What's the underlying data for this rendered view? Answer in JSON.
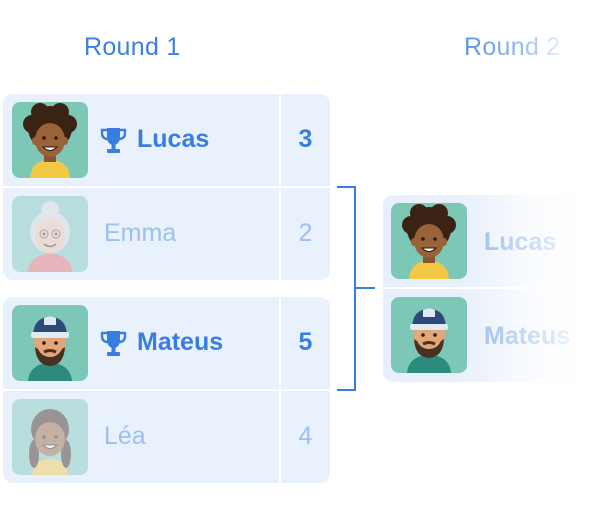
{
  "rounds": [
    {
      "title": "Round 1"
    },
    {
      "title": "Round 2"
    }
  ],
  "round1": {
    "matches": [
      {
        "players": [
          {
            "name": "Lucas",
            "score": "3",
            "winner": true,
            "avatar": "lucas-avatar"
          },
          {
            "name": "Emma",
            "score": "2",
            "winner": false,
            "avatar": "emma-avatar"
          }
        ]
      },
      {
        "players": [
          {
            "name": "Mateus",
            "score": "5",
            "winner": true,
            "avatar": "mateus-avatar"
          },
          {
            "name": "Léa",
            "score": "4",
            "winner": false,
            "avatar": "lea-avatar"
          }
        ]
      }
    ]
  },
  "round2": {
    "matches": [
      {
        "players": [
          {
            "name": "Lucas",
            "avatar": "lucas-avatar"
          },
          {
            "name": "Mateus",
            "avatar": "mateus-avatar"
          }
        ]
      }
    ]
  },
  "icons": {
    "winner": "trophy-icon"
  },
  "colors": {
    "accent": "#3a7de0",
    "muted_text": "#9dc0ef",
    "card_background": "#e9f1fd",
    "avatar_background": "#7dc7b7"
  }
}
